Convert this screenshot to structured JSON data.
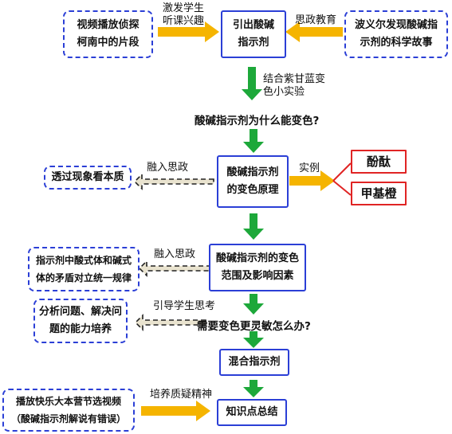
{
  "nodes": {
    "video_case": [
      "视频播放侦探",
      "柯南中的片段"
    ],
    "intro": [
      "引出酸碱",
      "指示剂"
    ],
    "boyle": [
      "波义尔发现酸碱指",
      "示剂的科学故事"
    ],
    "principle": [
      "酸碱指示剂",
      "的变色原理"
    ],
    "essence": "透过现象看本质",
    "phenolphthalein": "酚酞",
    "methyl_orange": "甲基橙",
    "range": [
      "酸碱指示剂的变色",
      "范围及影响因素"
    ],
    "contradiction": [
      "指示剂中酸式体和碱式",
      "体的矛盾对立统一规律"
    ],
    "ability": [
      "分析问题、解决问",
      "题的能力培养"
    ],
    "mixed": "混合指示剂",
    "kuaile": [
      "播放快乐大本营节选视频",
      "（酸碱指示剂解说有错误）"
    ],
    "summary": "知识点总结"
  },
  "questions": {
    "why": "酸碱指示剂为什么能变色?",
    "sensitive": "需要变色更灵敏怎么办?"
  },
  "labels": {
    "interest": [
      "激发学生",
      "听课兴趣"
    ],
    "ideology": "思政教育",
    "cabbage": [
      "结合紫甘蓝变",
      "色小实验"
    ],
    "integrate1": "融入思政",
    "example": "实例",
    "integrate2": "融入思政",
    "guide": "引导学生思考",
    "questioning": "培养质疑精神"
  },
  "colors": {
    "blue": "#2b3fd6",
    "red": "#e02424",
    "orange": "#f5b400",
    "green": "#1da83a",
    "dashed_arrow_fill": "#e9e3cf"
  }
}
